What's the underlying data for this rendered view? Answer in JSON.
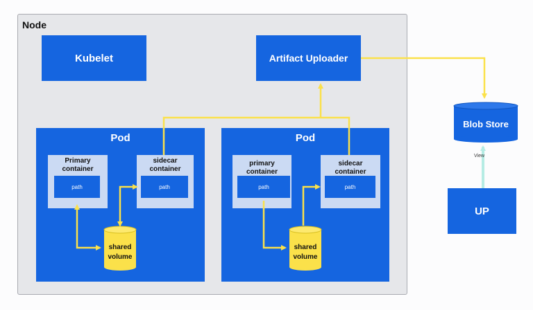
{
  "node": {
    "label": "Node"
  },
  "kubelet": {
    "label": "Kubelet"
  },
  "uploader": {
    "label": "Artifact Uploader"
  },
  "blob_store": {
    "label": "Blob Store"
  },
  "up": {
    "label": "UP"
  },
  "view_label": "View",
  "pods": [
    {
      "title": "Pod",
      "primary": {
        "title_line1": "Primary",
        "title_line2": "container",
        "path": "path"
      },
      "sidecar": {
        "title_line1": "sidecar",
        "title_line2": "container",
        "path": "path"
      },
      "volume": {
        "line1": "shared",
        "line2": "volume"
      }
    },
    {
      "title": "Pod",
      "primary": {
        "title_line1": "primary",
        "title_line2": "container",
        "path": "path"
      },
      "sidecar": {
        "title_line1": "sidecar",
        "title_line2": "container",
        "path": "path"
      },
      "volume": {
        "line1": "shared",
        "line2": "volume"
      }
    }
  ],
  "colors": {
    "blue": "#1565e0",
    "yellow": "#fbe14a",
    "container": "#cbdaf3",
    "node_bg": "#e6e7ea",
    "view_arrow": "#b6ece4"
  }
}
